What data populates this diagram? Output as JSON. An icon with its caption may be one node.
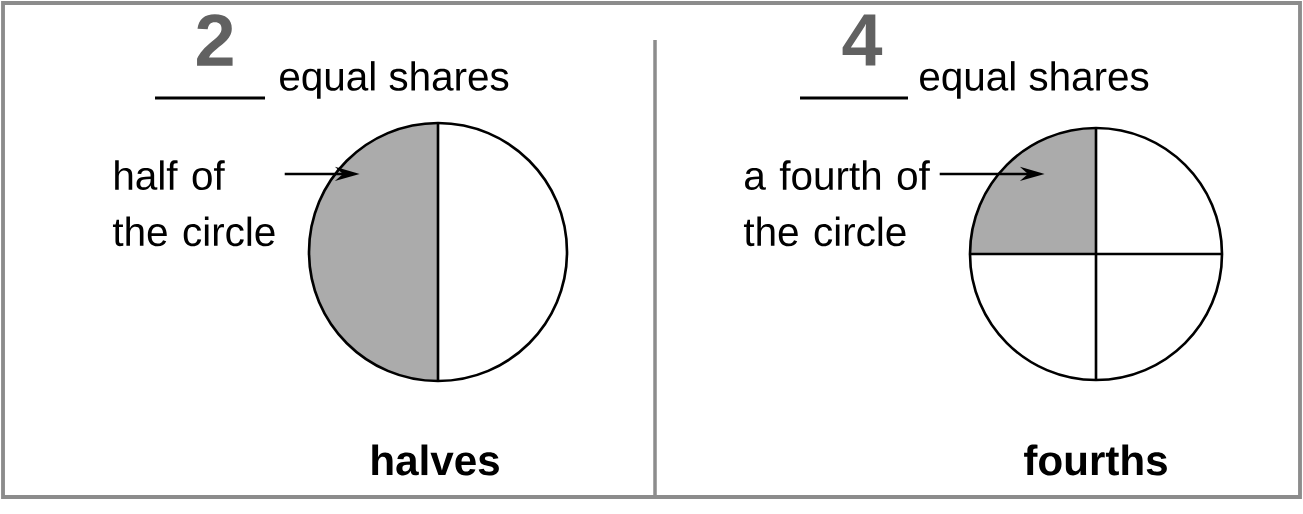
{
  "diagram": {
    "nodes": [
      {
        "text": [
          "half of the circle"
        ]
      },
      {
        "text": [],
        "shape": "semicircle"
      },
      {
        "text": [
          "a fourth of the circle"
        ]
      },
      {
        "text": [],
        "shape": "quadrant"
      }
    ],
    "edges": [
      {
        "from": 0,
        "to": 1,
        "arrow": "to"
      },
      {
        "from": 2,
        "to": 3,
        "arrow": "to"
      }
    ],
    "labels": [
      "2",
      "equal shares",
      "halves",
      "4",
      "equal shares",
      "fourths"
    ]
  }
}
